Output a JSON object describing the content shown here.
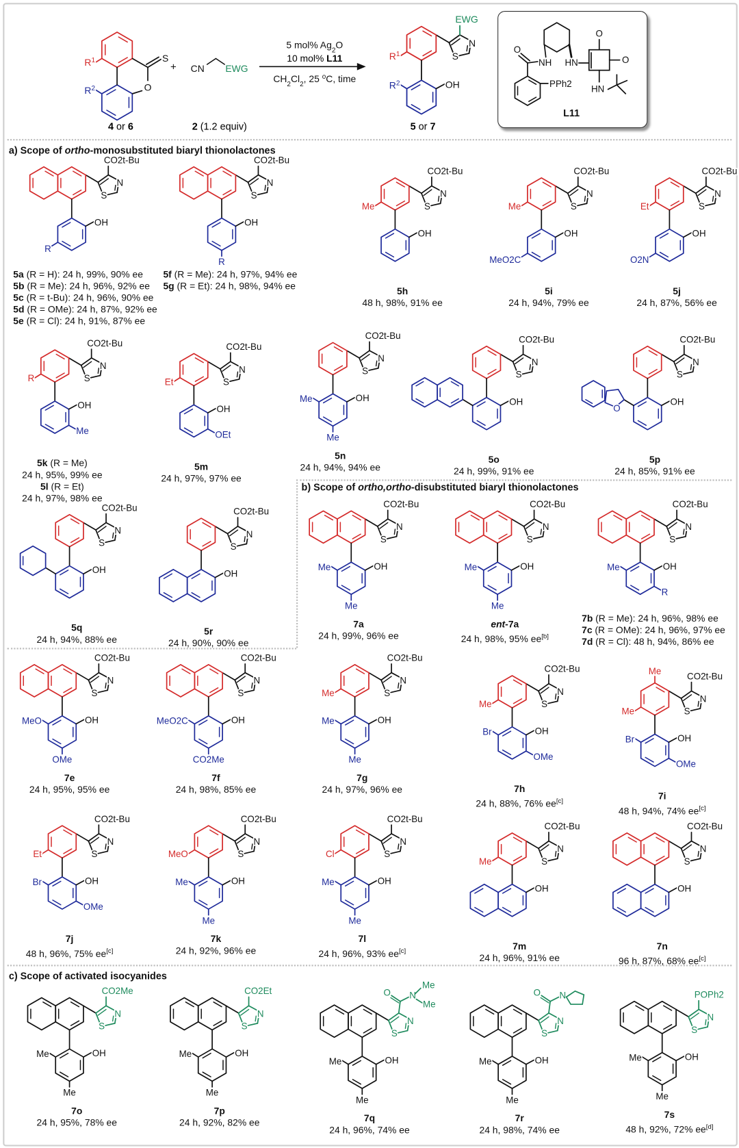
{
  "colors": {
    "red": "#d42a2a",
    "blue": "#1e2a9a",
    "green": "#1d8a5c",
    "black": "#111111"
  },
  "atoms": {
    "S": "S",
    "N": "N",
    "O": "O"
  },
  "header": {
    "reactant": {
      "s": "S",
      "o": "O",
      "r1": "R1",
      "r2": "R2",
      "label_a": "4",
      "label_or": " or ",
      "label_b": "6"
    },
    "reagent": {
      "cn": "CN",
      "ewg": "EWG",
      "label": "2",
      "equiv": " (1.2 equiv)"
    },
    "plus": "+",
    "conditions": [
      "5 mol% Ag2O",
      "10 mol% ",
      "CH2Cl2, 25 oC, time"
    ],
    "catalyst_name": "L11",
    "product": {
      "r1": "R1",
      "r2": "R2",
      "ewg": "EWG",
      "oh": "OH",
      "label_a": "5",
      "label_or": " or ",
      "label_b": "7"
    },
    "ligand": {
      "o1": "O",
      "nh": "NH",
      "hn": "HN",
      "o2": "O",
      "o3": "O",
      "pph2": "PPh2",
      "hn2": "HN",
      "name": "L11"
    }
  },
  "sections": [
    {
      "prefix": "a) Scope of ",
      "italic": "ortho",
      "suffix": "-monosubstituted biaryl thionolactones"
    },
    {
      "prefix": "b) Scope of ",
      "italic": "ortho,ortho",
      "suffix": "-disubstituted biaryl thionolactones"
    },
    {
      "prefix": "c) Scope of activated isocyanides",
      "italic": "",
      "suffix": ""
    }
  ],
  "compounds": [
    {
      "id": "5a-5e",
      "top": "naph",
      "bottom": "ph",
      "subs": {
        "ewg": "CO2t-Bu",
        "oh": "OH",
        "bl2": "R"
      },
      "list": true,
      "lines": [
        [
          {
            "t": "5a",
            "b": 1
          },
          {
            "t": " (R = H): 24 h, 99%, 90% ee"
          }
        ],
        [
          {
            "t": "5b",
            "b": 1
          },
          {
            "t": " (R = Me): 24 h, 96%, 92% ee"
          }
        ],
        [
          {
            "t": "5c",
            "b": 1
          },
          {
            "t": " (R = t-Bu): 24 h, 96%, 90% ee"
          }
        ],
        [
          {
            "t": "5d",
            "b": 1
          },
          {
            "t": " (R = OMe): 24 h, 87%, 92% ee"
          }
        ],
        [
          {
            "t": "5e",
            "b": 1
          },
          {
            "t": " (R = Cl): 24 h, 91%, 87% ee"
          }
        ]
      ]
    },
    {
      "id": "5f-5g",
      "top": "naph",
      "bottom": "ph",
      "subs": {
        "ewg": "CO2t-Bu",
        "oh": "OH",
        "bp": "R"
      },
      "list": true,
      "lines": [
        [
          {
            "t": "5f",
            "b": 1
          },
          {
            "t": " (R = Me): 24 h, 97%, 94% ee"
          }
        ],
        [
          {
            "t": "5g",
            "b": 1
          },
          {
            "t": " (R = Et): 24 h, 98%, 94% ee"
          }
        ]
      ]
    },
    {
      "id": "5h",
      "top": "ph",
      "bottom": "ph",
      "subs": {
        "ewg": "CO2t-Bu",
        "oh": "OH",
        "r1": "Me"
      },
      "lines": [
        [
          {
            "t": "5h",
            "b": 1
          }
        ],
        [
          {
            "t": "48 h, 98%, 91% ee"
          }
        ]
      ]
    },
    {
      "id": "5i",
      "top": "ph",
      "bottom": "ph",
      "subs": {
        "ewg": "CO2t-Bu",
        "oh": "OH",
        "r1": "Me",
        "bl2": "MeO2C"
      },
      "lines": [
        [
          {
            "t": "5i",
            "b": 1
          }
        ],
        [
          {
            "t": "24 h, 94%, 79% ee"
          }
        ]
      ]
    },
    {
      "id": "5j",
      "top": "ph",
      "bottom": "ph",
      "subs": {
        "ewg": "CO2t-Bu",
        "oh": "OH",
        "r1": "Et",
        "bl2": "O2N"
      },
      "lines": [
        [
          {
            "t": "5j",
            "b": 1
          }
        ],
        [
          {
            "t": "24 h, 87%, 56% ee"
          }
        ]
      ]
    },
    {
      "id": "5k-5l",
      "top": "ph",
      "bottom": "ph",
      "subs": {
        "ewg": "CO2t-Bu",
        "oh": "OH",
        "r1": "R",
        "bm": "Me"
      },
      "lines": [
        [
          {
            "t": "5k",
            "b": 1
          },
          {
            "t": " (R = Me)"
          }
        ],
        [
          {
            "t": "24 h, 95%, 99% ee"
          }
        ],
        [
          {
            "t": "5l",
            "b": 1
          },
          {
            "t": " (R = Et)"
          }
        ],
        [
          {
            "t": "24 h, 97%, 98% ee"
          }
        ]
      ]
    },
    {
      "id": "5m",
      "top": "ph",
      "bottom": "ph",
      "subs": {
        "ewg": "CO2t-Bu",
        "oh": "OH",
        "r1": "Et",
        "bm": "OEt"
      },
      "lines": [
        [
          {
            "t": "5m",
            "b": 1
          }
        ],
        [
          {
            "t": "24 h, 97%, 97% ee"
          }
        ]
      ]
    },
    {
      "id": "5n",
      "top": "ph",
      "bottom": "ph",
      "subs": {
        "ewg": "CO2t-Bu",
        "oh": "OH",
        "bo": "Me",
        "bp": "Me"
      },
      "lines": [
        [
          {
            "t": "5n",
            "b": 1
          }
        ],
        [
          {
            "t": "24 h, 94%, 94% ee"
          }
        ]
      ]
    },
    {
      "id": "5o",
      "top": "ph",
      "bottom": "ph",
      "aryl": "naphthyl",
      "subs": {
        "ewg": "CO2t-Bu",
        "oh": "OH"
      },
      "lines": [
        [
          {
            "t": "5o",
            "b": 1
          }
        ],
        [
          {
            "t": "24 h, 99%, 91% ee"
          }
        ]
      ]
    },
    {
      "id": "5p",
      "top": "ph",
      "bottom": "ph",
      "aryl": "benzofuryl",
      "subs": {
        "ewg": "CO2t-Bu",
        "oh": "OH"
      },
      "lines": [
        [
          {
            "t": "5p",
            "b": 1
          }
        ],
        [
          {
            "t": "24 h, 85%, 91% ee"
          }
        ]
      ]
    },
    {
      "id": "5q",
      "top": "ph",
      "bottom": "ph",
      "aryl": "cyclohexenyl",
      "subs": {
        "ewg": "CO2t-Bu",
        "oh": "OH"
      },
      "lines": [
        [
          {
            "t": "5q",
            "b": 1
          }
        ],
        [
          {
            "t": "24 h, 94%, 88% ee"
          }
        ]
      ]
    },
    {
      "id": "5r",
      "top": "ph",
      "bottom": "naph",
      "subs": {
        "ewg": "CO2t-Bu",
        "oh": "OH"
      },
      "lines": [
        [
          {
            "t": "5r",
            "b": 1
          }
        ],
        [
          {
            "t": "24 h, 90%, 90% ee"
          }
        ]
      ]
    },
    {
      "id": "7a",
      "top": "naph",
      "bottom": "ph",
      "subs": {
        "ewg": "CO2t-Bu",
        "oh": "OH",
        "bo": "Me",
        "bp": "Me"
      },
      "lines": [
        [
          {
            "t": "7a",
            "b": 1
          }
        ],
        [
          {
            "t": "24 h, 99%, 96% ee"
          }
        ]
      ]
    },
    {
      "id": "ent-7a",
      "top": "naph",
      "bottom": "ph",
      "subs": {
        "ewg": "CO2t-Bu",
        "oh": "OH",
        "bo": "Me",
        "bp": "Me"
      },
      "lines": [
        [
          {
            "t": "ent",
            "b": 1,
            "i": 1
          },
          {
            "t": "-7a",
            "b": 1
          }
        ],
        [
          {
            "t": "24 h, 98%, 95% ee"
          },
          {
            "t": "[b]",
            "sup": 1
          }
        ]
      ]
    },
    {
      "id": "7b-7d",
      "top": "naph",
      "bottom": "ph",
      "subs": {
        "ewg": "CO2t-Bu",
        "oh": "OH",
        "bo": "Me",
        "bm": "R"
      },
      "list": true,
      "lines": [
        [
          {
            "t": "7b",
            "b": 1
          },
          {
            "t": " (R = Me): 24 h, 96%, 98% ee"
          }
        ],
        [
          {
            "t": "7c",
            "b": 1
          },
          {
            "t": " (R = OMe): 24 h, 96%, 97% ee"
          }
        ],
        [
          {
            "t": "7d",
            "b": 1
          },
          {
            "t": " (R = Cl): 48 h, 94%, 86% ee"
          }
        ]
      ]
    },
    {
      "id": "7e",
      "top": "naph",
      "bottom": "ph",
      "subs": {
        "ewg": "CO2t-Bu",
        "oh": "OH",
        "bo": "MeO",
        "bp": "OMe"
      },
      "lines": [
        [
          {
            "t": "7e",
            "b": 1
          }
        ],
        [
          {
            "t": "24 h, 95%, 95% ee"
          }
        ]
      ]
    },
    {
      "id": "7f",
      "top": "naph",
      "bottom": "ph",
      "subs": {
        "ewg": "CO2t-Bu",
        "oh": "OH",
        "bo": "MeO2C",
        "bp": "CO2Me"
      },
      "lines": [
        [
          {
            "t": "7f",
            "b": 1
          }
        ],
        [
          {
            "t": "24 h, 98%, 85% ee"
          }
        ]
      ]
    },
    {
      "id": "7g",
      "top": "ph",
      "bottom": "ph",
      "subs": {
        "ewg": "CO2t-Bu",
        "oh": "OH",
        "r1": "Me",
        "bo": "Me",
        "bp": "Me"
      },
      "lines": [
        [
          {
            "t": "7g",
            "b": 1
          }
        ],
        [
          {
            "t": "24 h, 97%, 96% ee"
          }
        ]
      ]
    },
    {
      "id": "7h",
      "top": "ph",
      "bottom": "ph",
      "subs": {
        "ewg": "CO2t-Bu",
        "oh": "OH",
        "r1": "Me",
        "bo": "Br",
        "bm": "OMe"
      },
      "lines": [
        [
          {
            "t": "7h",
            "b": 1
          }
        ],
        [
          {
            "t": "24 h, 88%, 76% ee"
          },
          {
            "t": "[c]",
            "sup": 1
          }
        ]
      ]
    },
    {
      "id": "7i",
      "top": "ph",
      "bottom": "ph",
      "subs": {
        "ewg": "CO2t-Bu",
        "oh": "OH",
        "r1": "Me",
        "tp": "Me",
        "bo": "Br",
        "bm": "OMe"
      },
      "lines": [
        [
          {
            "t": "7i",
            "b": 1
          }
        ],
        [
          {
            "t": "48 h, 94%, 74% ee"
          },
          {
            "t": "[c]",
            "sup": 1
          }
        ]
      ]
    },
    {
      "id": "7j",
      "top": "ph",
      "bottom": "ph",
      "subs": {
        "ewg": "CO2t-Bu",
        "oh": "OH",
        "r1": "Et",
        "bo": "Br",
        "bm": "OMe"
      },
      "lines": [
        [
          {
            "t": "7j",
            "b": 1
          }
        ],
        [
          {
            "t": "48 h, 96%, 75% ee"
          },
          {
            "t": "[c]",
            "sup": 1
          }
        ]
      ]
    },
    {
      "id": "7k",
      "top": "ph",
      "bottom": "ph",
      "subs": {
        "ewg": "CO2t-Bu",
        "oh": "OH",
        "r1": "MeO",
        "bo": "Me",
        "bp": "Me"
      },
      "lines": [
        [
          {
            "t": "7k",
            "b": 1
          }
        ],
        [
          {
            "t": "24 h, 92%, 96% ee"
          }
        ]
      ]
    },
    {
      "id": "7l",
      "top": "ph",
      "bottom": "ph",
      "subs": {
        "ewg": "CO2t-Bu",
        "oh": "OH",
        "r1": "Cl",
        "bo": "Me",
        "bp": "Me"
      },
      "lines": [
        [
          {
            "t": "7l",
            "b": 1
          }
        ],
        [
          {
            "t": "24 h, 96%, 93% ee"
          },
          {
            "t": "[c]",
            "sup": 1
          }
        ]
      ]
    },
    {
      "id": "7m",
      "top": "ph",
      "bottom": "naph",
      "subs": {
        "ewg": "CO2t-Bu",
        "oh": "OH",
        "r1": "Me"
      },
      "lines": [
        [
          {
            "t": "7m",
            "b": 1
          }
        ],
        [
          {
            "t": "24 h, 96%, 91% ee"
          }
        ]
      ]
    },
    {
      "id": "7n",
      "top": "naph",
      "bottom": "naph",
      "subs": {
        "ewg": "CO2t-Bu",
        "oh": "OH"
      },
      "lines": [
        [
          {
            "t": "7n",
            "b": 1
          }
        ],
        [
          {
            "t": "96 h, 87%, 68% ee"
          },
          {
            "t": "[c]",
            "sup": 1
          }
        ]
      ]
    },
    {
      "id": "7o",
      "scheme": "c",
      "top": "naph",
      "bottom": "ph",
      "subs": {
        "ewg": "CO2Me",
        "oh": "OH",
        "bo": "Me",
        "bp": "Me"
      },
      "lines": [
        [
          {
            "t": "7o",
            "b": 1
          }
        ],
        [
          {
            "t": "24 h, 95%, 78% ee"
          }
        ]
      ]
    },
    {
      "id": "7p",
      "scheme": "c",
      "top": "naph",
      "bottom": "ph",
      "subs": {
        "ewg": "CO2Et",
        "oh": "OH",
        "bo": "Me",
        "bp": "Me"
      },
      "lines": [
        [
          {
            "t": "7p",
            "b": 1
          }
        ],
        [
          {
            "t": "24 h, 92%, 82% ee"
          }
        ]
      ]
    },
    {
      "id": "7q",
      "scheme": "c",
      "top": "naph",
      "bottom": "ph",
      "amide": "dimethyl",
      "subs": {
        "a_o": "O",
        "a_n": "N",
        "a_me1": "Me",
        "a_me2": "Me",
        "oh": "OH",
        "bo": "Me",
        "bp": "Me"
      },
      "lines": [
        [
          {
            "t": "7q",
            "b": 1
          }
        ],
        [
          {
            "t": "24 h, 96%, 74% ee"
          }
        ]
      ]
    },
    {
      "id": "7r",
      "scheme": "c",
      "top": "naph",
      "bottom": "ph",
      "amide": "pyrrolidine",
      "subs": {
        "a_o": "O",
        "a_n": "N",
        "oh": "OH",
        "bo": "Me",
        "bp": "Me"
      },
      "lines": [
        [
          {
            "t": "7r",
            "b": 1
          }
        ],
        [
          {
            "t": "24 h, 98%, 74% ee"
          }
        ]
      ]
    },
    {
      "id": "7s",
      "scheme": "c",
      "top": "naph",
      "bottom": "ph",
      "subs": {
        "ewg": "POPh2",
        "oh": "OH",
        "bo": "Me",
        "bp": "Me"
      },
      "lines": [
        [
          {
            "t": "7s",
            "b": 1
          }
        ],
        [
          {
            "t": "48 h, 92%, 72% ee"
          },
          {
            "t": "[d]",
            "sup": 1
          }
        ]
      ]
    }
  ]
}
